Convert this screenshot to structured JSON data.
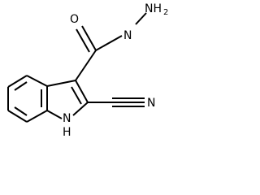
{
  "molecule": {
    "atoms": {
      "carbonyl_oxygen": "O",
      "hydrazide_nitrogen": "N",
      "amine_group": "NH",
      "amine_subscript": "2",
      "nitrile_nitrogen": "N",
      "ring_nitrogen": "N",
      "ring_hydrogen": "H"
    },
    "colors": {
      "bond": "#000000",
      "label": "#000000",
      "background": "#ffffff"
    }
  }
}
